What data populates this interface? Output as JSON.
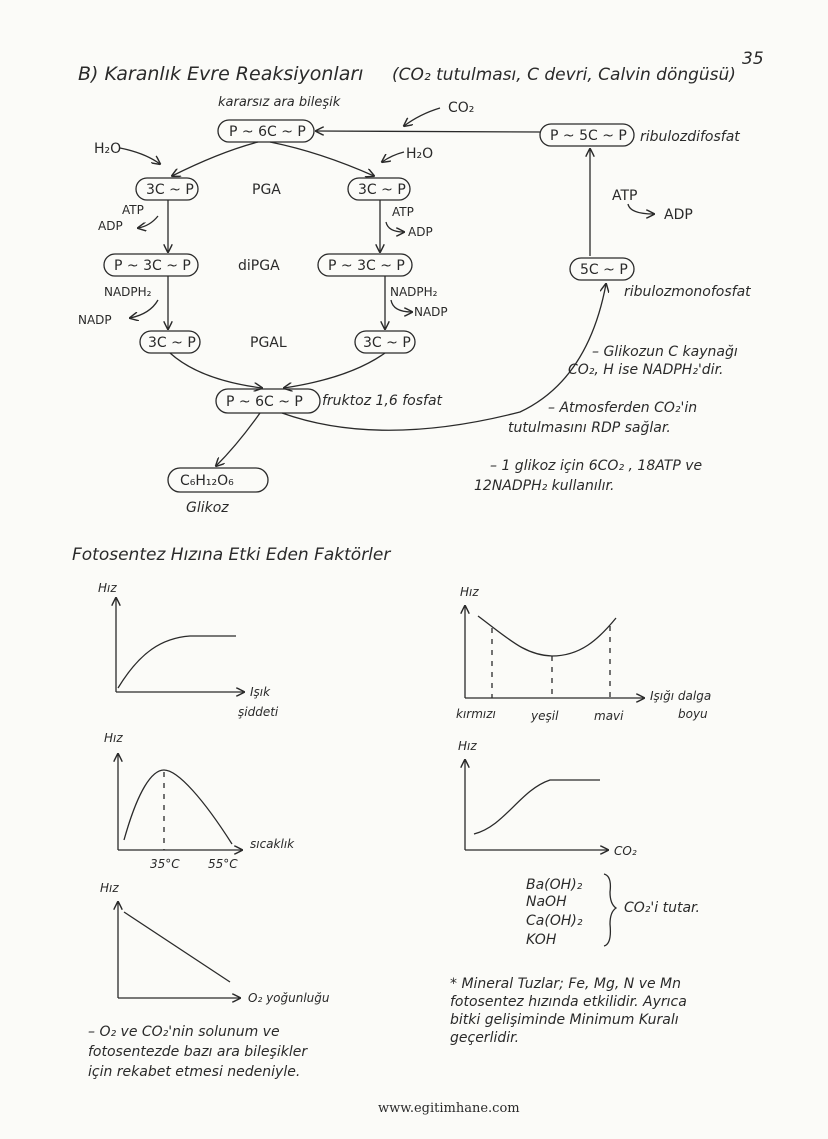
{
  "page_number": "35",
  "section_title": "B) Karanlık Evre Reaksiyonları",
  "section_subtitle": "(CO₂ tutulması, C devri, Calvin döngüsü)",
  "calvin": {
    "unstable_label": "kararsız ara bileşik",
    "co2": "CO₂",
    "p6cp": "P ~ 6C ~ P",
    "p5cp": "P ~ 5C ~ P",
    "rdp": "ribulozdifosfat",
    "h2o_left": "H₂O",
    "h2o_right": "H₂O",
    "c3p_left": "3C ~ P",
    "c3p_right": "3C ~ P",
    "pga": "PGA",
    "atp_left": "ATP",
    "adp_left": "ADP",
    "atp_right": "ATP",
    "adp_right": "ADP",
    "p3cp_left": "P ~ 3C ~ P",
    "p3cp_right": "P ~ 3C ~ P",
    "dipga": "diPGA",
    "nadph_left": "NADPH₂",
    "nadp_left": "NADP",
    "nadph_right": "NADPH₂",
    "nadp_right": "NADP",
    "c3p2_left": "3C ~ P",
    "c3p2_right": "3C ~ P",
    "pgal": "PGAL",
    "fructose": "P ~ 6C ~ P",
    "fructose_label": "fruktoz 1,6 fosfat",
    "glucose_formula": "C₆H₁₂O₆",
    "glucose_label": "Glikoz",
    "atp_up": "ATP",
    "adp_up": "ADP",
    "c5p": "5C ~ P",
    "rmp": "ribulozmonofosfat"
  },
  "notes": {
    "n1a": "– Glikozun C kaynağı",
    "n1b": "CO₂, H ise NADPH₂'dir.",
    "n2a": "– Atmosferden CO₂'in",
    "n2b": "tutulmasını RDP sağlar.",
    "n3a": "– 1 glikoz için 6CO₂ , 18ATP ve",
    "n3b": "12NADPH₂ kullanılır."
  },
  "factors_title": "Fotosentez Hızına Etki Eden Faktörler",
  "graphs": {
    "light_intensity": {
      "ylabel": "Hız",
      "xlabel1": "Işık",
      "xlabel2": "şiddeti"
    },
    "wavelength": {
      "ylabel": "Hız",
      "xlabel1": "Işığı dalga",
      "xlabel2": "boyu",
      "ticks": [
        "kırmızı",
        "yeşil",
        "mavi"
      ]
    },
    "temperature": {
      "ylabel": "Hız",
      "xlabel": "sıcaklık",
      "ticks": [
        "35°C",
        "55°C"
      ]
    },
    "co2": {
      "ylabel": "Hız",
      "xlabel": "CO₂"
    },
    "o2": {
      "ylabel": "Hız",
      "xlabel": "O₂ yoğunluğu"
    }
  },
  "co2_absorbers": {
    "items": [
      "Ba(OH)₂",
      "NaOH",
      "Ca(OH)₂",
      "KOH"
    ],
    "label": "CO₂'i tutar."
  },
  "o2_note": {
    "l1": "– O₂ ve CO₂'nin solunum ve",
    "l2": "fotosentezde bazı ara bileşikler",
    "l3": "için rekabet etmesi nedeniyle."
  },
  "mineral_note": {
    "l1": "* Mineral Tuzlar; Fe, Mg, N ve Mn",
    "l2": "fotosentez hızında etkilidir. Ayrıca",
    "l3": "bitki gelişiminde Minimum Kuralı",
    "l4": "geçerlidir."
  },
  "footer": "www.egitimhane.com"
}
